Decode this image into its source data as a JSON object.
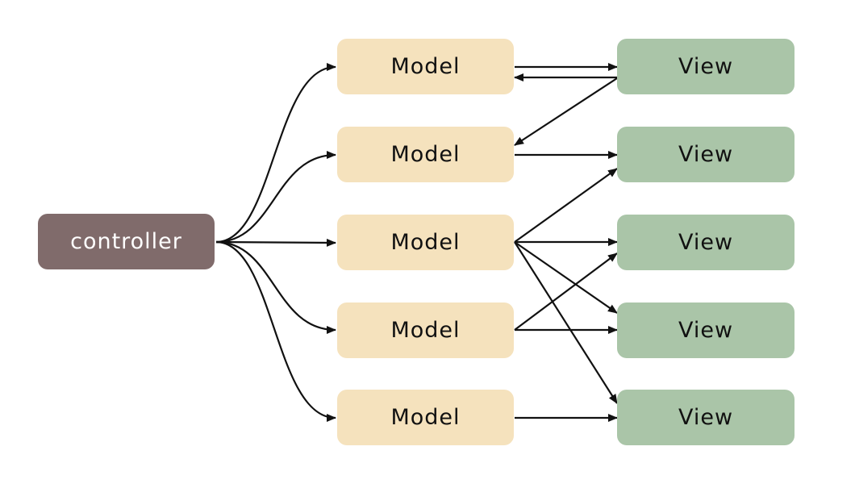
{
  "colors": {
    "controller": "#806b6b",
    "model": "#f5e2bd",
    "view": "#aac5a8",
    "edge": "#111111"
  },
  "controller": {
    "label": "controller"
  },
  "models": [
    {
      "label": "Model"
    },
    {
      "label": "Model"
    },
    {
      "label": "Model"
    },
    {
      "label": "Model"
    },
    {
      "label": "Model"
    }
  ],
  "views": [
    {
      "label": "View"
    },
    {
      "label": "View"
    },
    {
      "label": "View"
    },
    {
      "label": "View"
    },
    {
      "label": "View"
    }
  ],
  "edges": [
    {
      "from": "controller",
      "to": "model-1"
    },
    {
      "from": "controller",
      "to": "model-2"
    },
    {
      "from": "controller",
      "to": "model-3"
    },
    {
      "from": "controller",
      "to": "model-4"
    },
    {
      "from": "controller",
      "to": "model-5"
    },
    {
      "from": "model-1",
      "to": "view-1"
    },
    {
      "from": "view-1",
      "to": "model-1"
    },
    {
      "from": "view-1",
      "to": "model-2"
    },
    {
      "from": "model-2",
      "to": "view-2"
    },
    {
      "from": "model-3",
      "to": "view-2"
    },
    {
      "from": "model-3",
      "to": "view-3"
    },
    {
      "from": "model-3",
      "to": "view-4"
    },
    {
      "from": "model-3",
      "to": "view-5"
    },
    {
      "from": "model-4",
      "to": "view-3"
    },
    {
      "from": "model-4",
      "to": "view-4"
    },
    {
      "from": "model-5",
      "to": "view-5"
    }
  ]
}
